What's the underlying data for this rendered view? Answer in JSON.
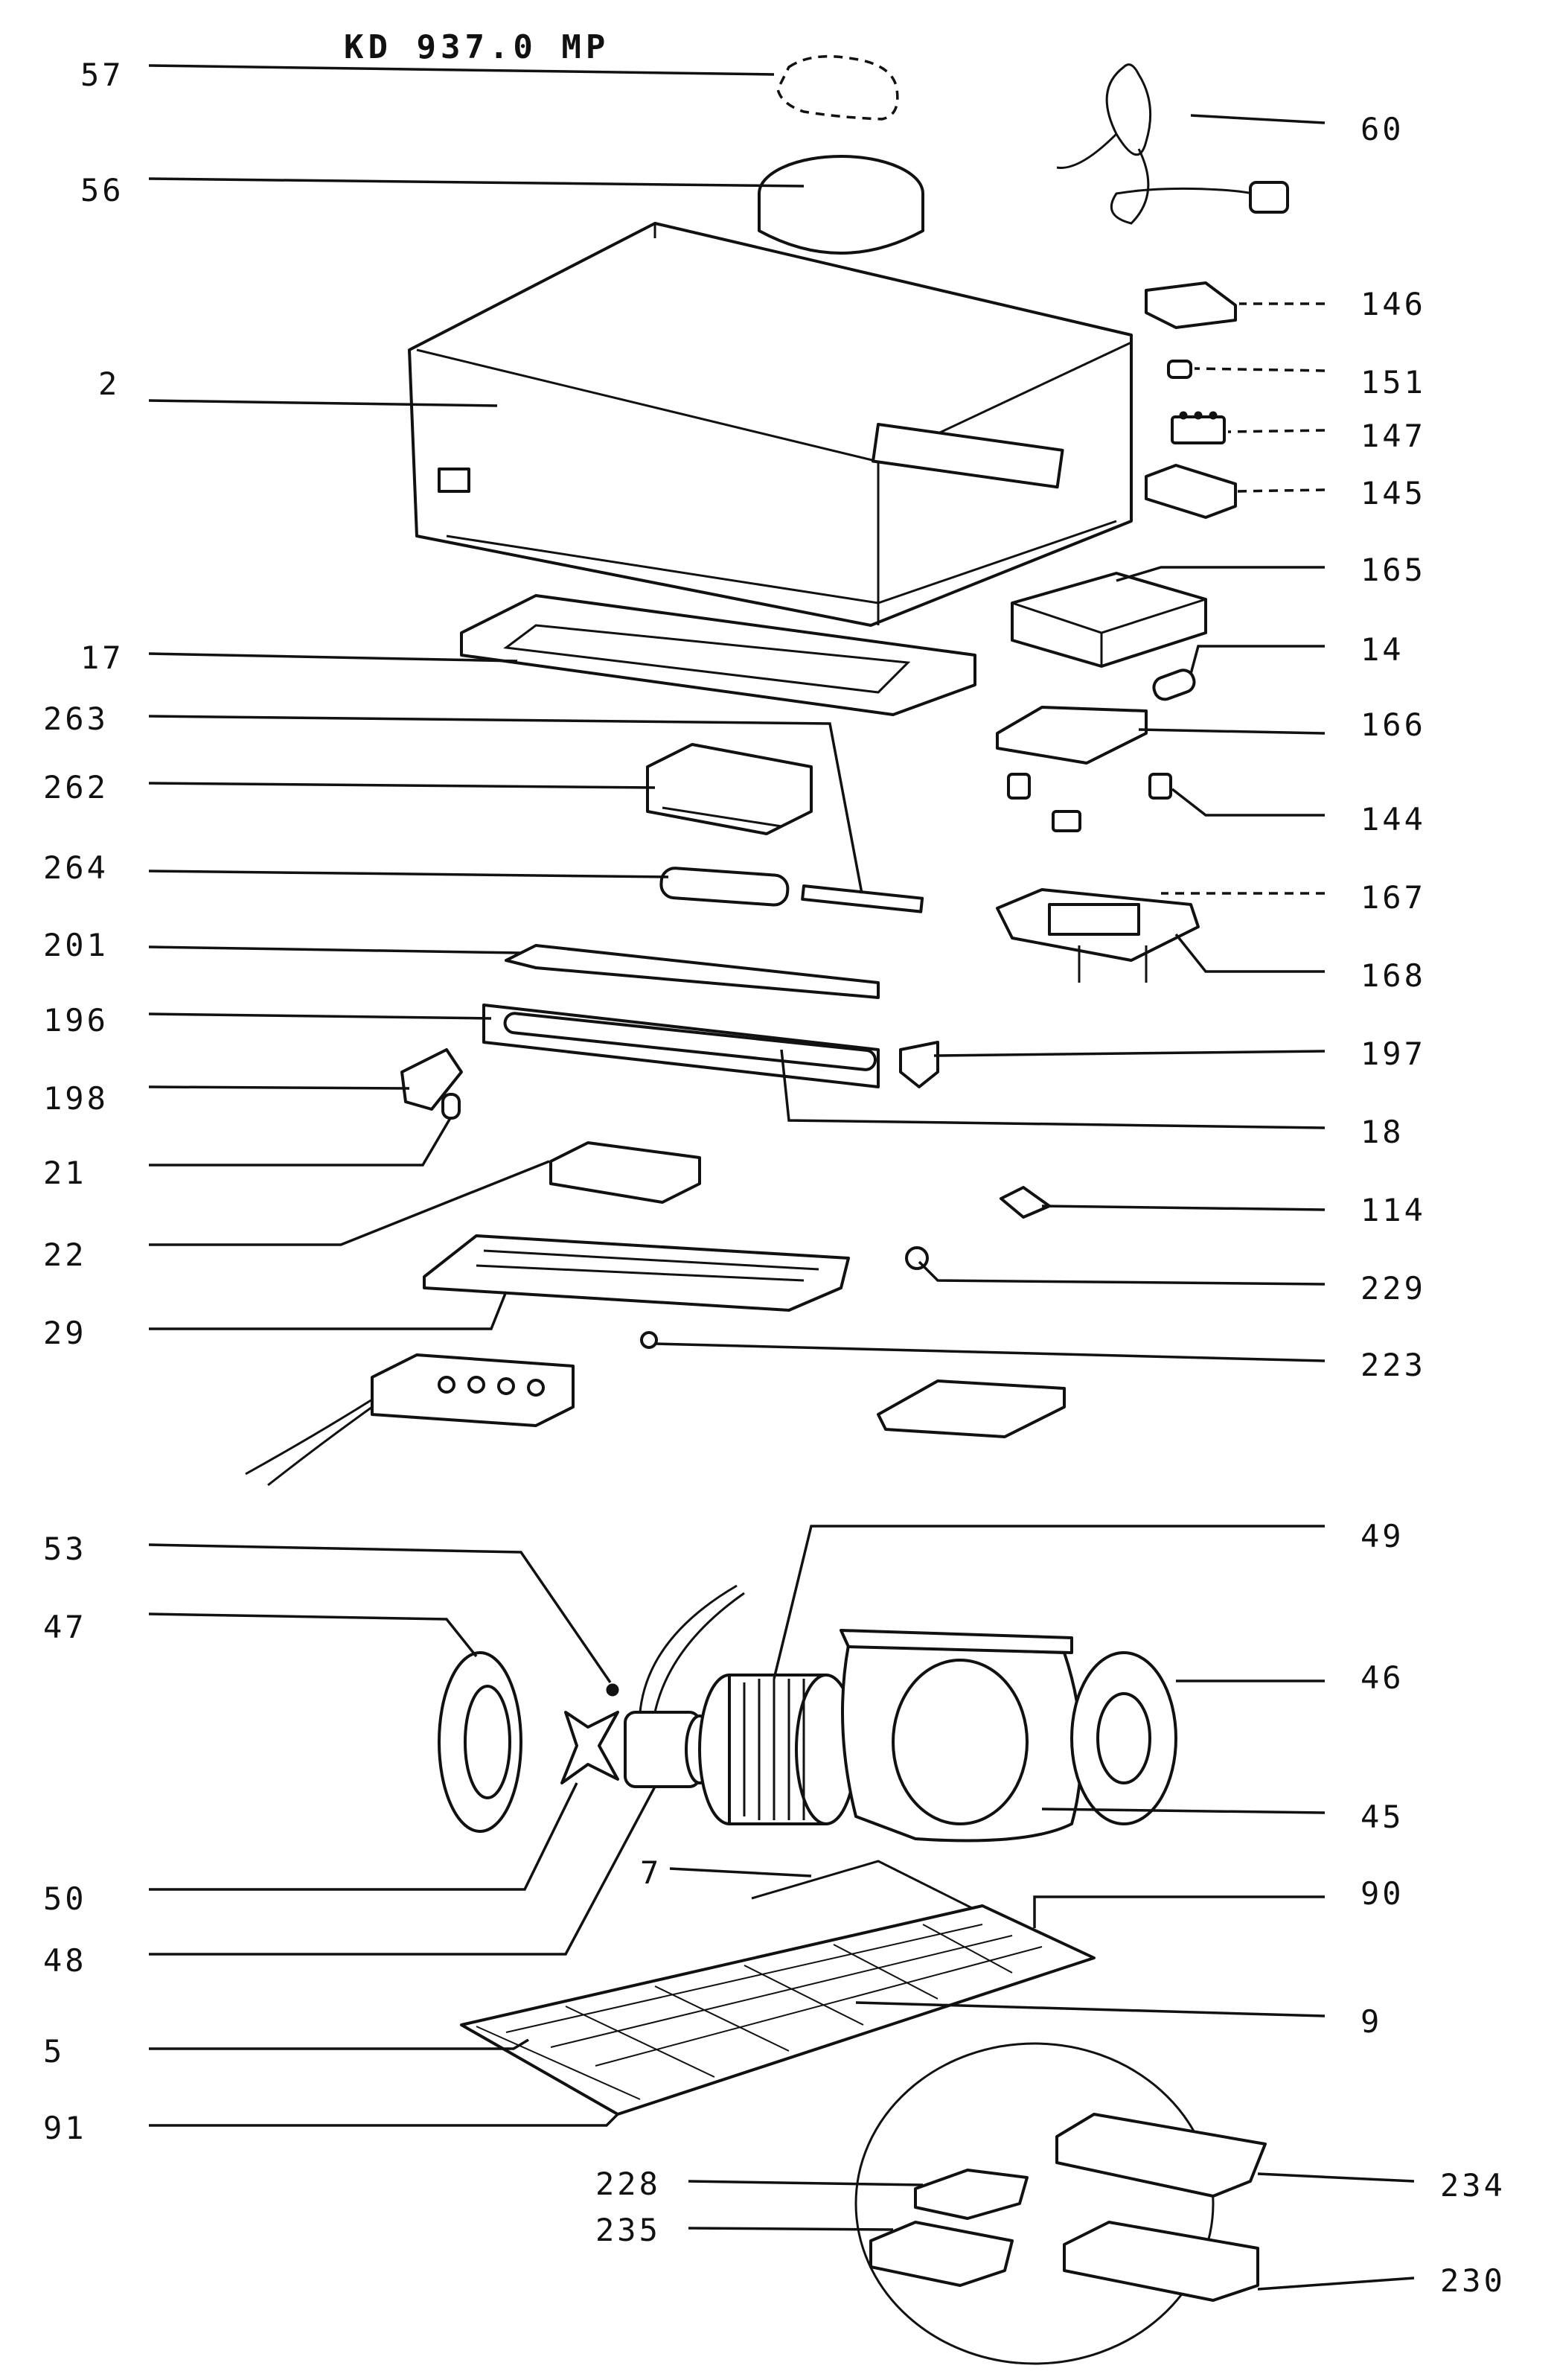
{
  "title": "KD 937.0 MP",
  "callouts_left": [
    "57",
    "56",
    "2",
    "17",
    "263",
    "262",
    "264",
    "201",
    "196",
    "198",
    "21",
    "22",
    "29",
    "53",
    "47",
    "50",
    "48",
    "5",
    "91",
    "228",
    "235",
    "7"
  ],
  "callouts_right": [
    "60",
    "146",
    "151",
    "147",
    "145",
    "165",
    "14",
    "166",
    "144",
    "167",
    "168",
    "197",
    "18",
    "114",
    "229",
    "223",
    "49",
    "46",
    "45",
    "90",
    "9",
    "234",
    "230"
  ]
}
